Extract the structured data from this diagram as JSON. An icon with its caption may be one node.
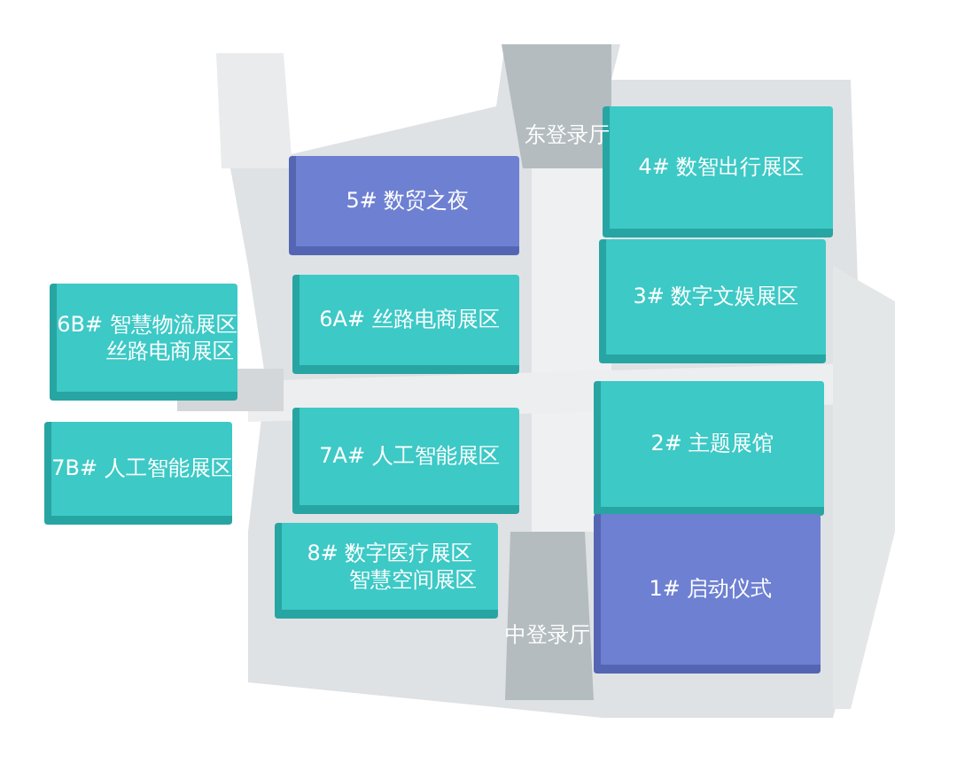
{
  "diagram": {
    "nodes": [
      {
        "text": [
          "5# 数贸之夜"
        ]
      },
      {
        "text": [
          "4# 数智出行展区"
        ]
      },
      {
        "text": [
          "6A# 丝路电商展区"
        ]
      },
      {
        "text": [
          "3# 数字文娱展区"
        ]
      },
      {
        "text": [
          "6B# 智慧物流展区",
          "丝路电商展区"
        ]
      },
      {
        "text": [
          "7B# 人工智能展区"
        ]
      },
      {
        "text": [
          "7A# 人工智能展区"
        ]
      },
      {
        "text": [
          "2# 主题展馆"
        ]
      },
      {
        "text": [
          "8# 数字医疗展区",
          "智慧空间展区"
        ]
      },
      {
        "text": [
          "1# 启动仪式"
        ]
      }
    ],
    "labels": [
      "东登录厅",
      "中登录厅"
    ]
  }
}
